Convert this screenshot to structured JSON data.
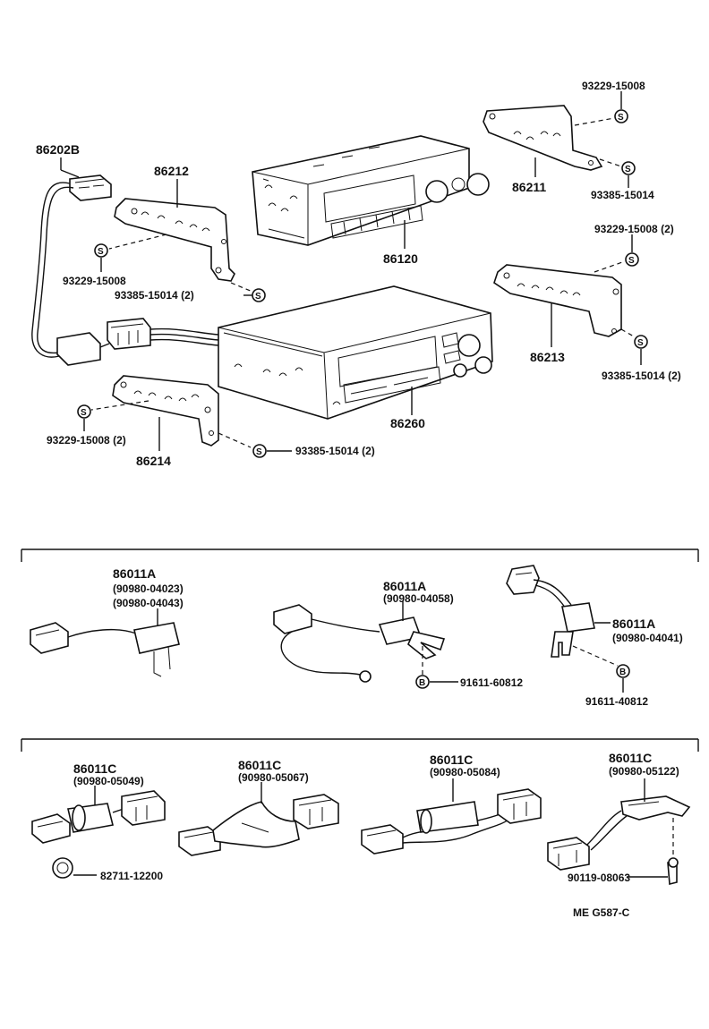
{
  "parts": {
    "p86202B": "86202B",
    "p86212": "86212",
    "p86120": "86120",
    "p86211": "86211",
    "p86213": "86213",
    "p86260": "86260",
    "p86214": "86214",
    "c_top_right_upper": "93229-15008",
    "c_top_right_lower": "93385-15014",
    "c_mid_right_upper": "93229-15008 (2)",
    "c_mid_right_lower": "93385-15014 (2)",
    "c_86212_s1": "93229-15008",
    "c_86212_s2": "93385-15014 (2)",
    "c_86214_s1": "93229-15008 (2)",
    "c_86214_s2": "93385-15014 (2)",
    "s_symbol": "S",
    "b_symbol": "B"
  },
  "row_a": {
    "left": {
      "label": "86011A",
      "sub1": "(90980-04023)",
      "sub2": "(90980-04043)"
    },
    "mid": {
      "label": "86011A",
      "sub1": "(90980-04058)",
      "bolt": "91611-60812"
    },
    "right": {
      "label": "86011A",
      "sub1": "(90980-04041)",
      "bolt": "91611-40812"
    }
  },
  "row_c": {
    "c1": {
      "label": "86011C",
      "sub1": "(90980-05049)",
      "clamp": "82711-12200"
    },
    "c2": {
      "label": "86011C",
      "sub1": "(90980-05067)"
    },
    "c3": {
      "label": "86011C",
      "sub1": "(90980-05084)"
    },
    "c4": {
      "label": "86011C",
      "sub1": "(90980-05122)",
      "screw": "90119-08063"
    }
  },
  "footer": {
    "code": "ME  G587-C"
  }
}
